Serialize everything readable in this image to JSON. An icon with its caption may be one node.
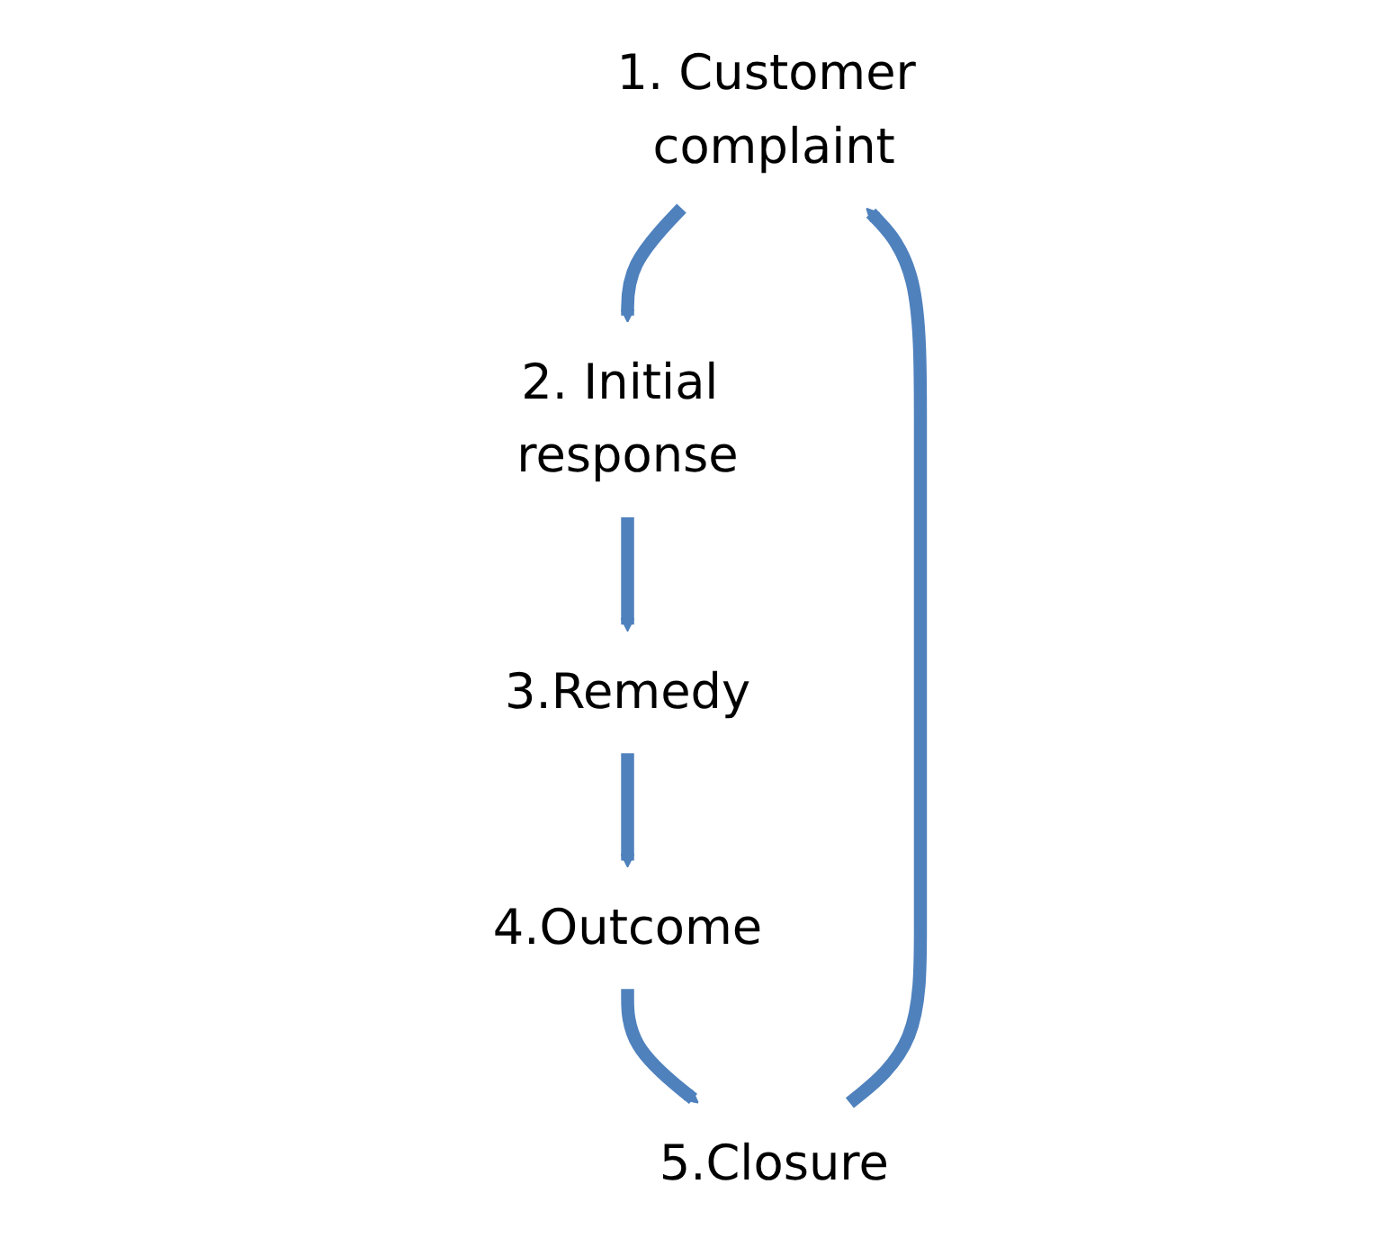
{
  "diagram": {
    "nodes": [
      {
        "text": [
          "1. Customer complaint"
        ]
      },
      {
        "text": [
          "2. Initial response"
        ]
      },
      {
        "text": [
          "3.Remedy"
        ]
      },
      {
        "text": [
          "4.Outcome"
        ]
      },
      {
        "text": [
          "5.Closure"
        ]
      }
    ],
    "edges": [
      {
        "from": 0,
        "to": 1,
        "arrow": "to"
      },
      {
        "from": 1,
        "to": 2,
        "arrow": "to"
      },
      {
        "from": 2,
        "to": 3,
        "arrow": "to"
      },
      {
        "from": 3,
        "to": 4,
        "arrow": "to"
      },
      {
        "from": 4,
        "to": 0,
        "arrow": "to"
      }
    ]
  }
}
